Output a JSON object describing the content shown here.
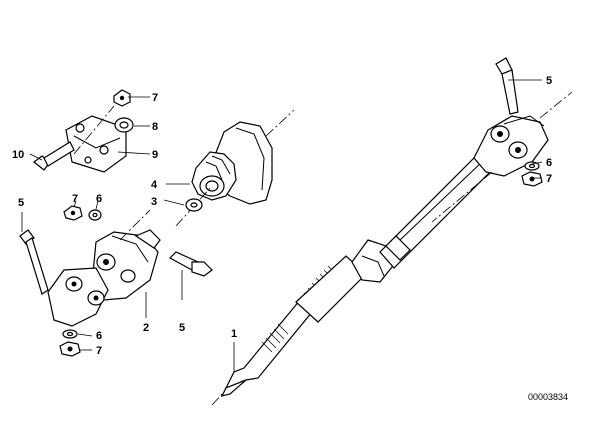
{
  "diagram": {
    "reference_number": "00003834",
    "callouts": [
      {
        "id": "c1",
        "label": "1"
      },
      {
        "id": "c2",
        "label": "2"
      },
      {
        "id": "c3",
        "label": "3"
      },
      {
        "id": "c4",
        "label": "4"
      },
      {
        "id": "c5a",
        "label": "5"
      },
      {
        "id": "c5b",
        "label": "5"
      },
      {
        "id": "c5c",
        "label": "5"
      },
      {
        "id": "c6a",
        "label": "6"
      },
      {
        "id": "c6b",
        "label": "6"
      },
      {
        "id": "c6c",
        "label": "6"
      },
      {
        "id": "c7a",
        "label": "7"
      },
      {
        "id": "c7b",
        "label": "7"
      },
      {
        "id": "c7c",
        "label": "7"
      },
      {
        "id": "c7d",
        "label": "7"
      },
      {
        "id": "c8",
        "label": "8"
      },
      {
        "id": "c9",
        "label": "9"
      },
      {
        "id": "c10",
        "label": "10"
      }
    ]
  }
}
